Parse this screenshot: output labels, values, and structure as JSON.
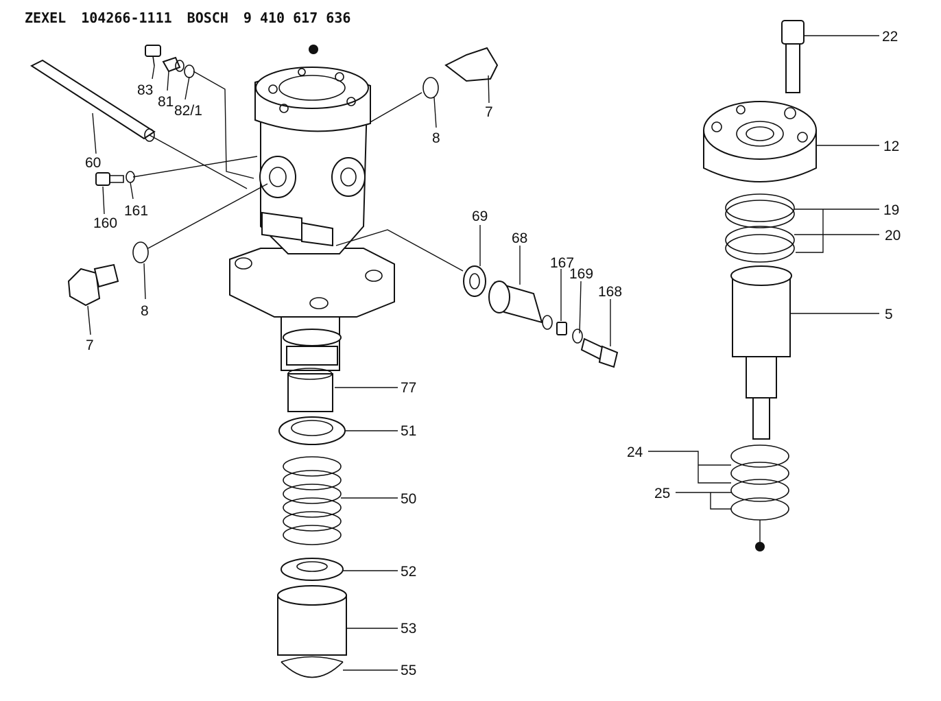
{
  "header": {
    "brand_1": "ZEXEL",
    "part_no_1": "104266-1111",
    "brand_2": "BOSCH",
    "part_no_2": "9 410 617 636"
  },
  "callouts": {
    "c83": "83",
    "c81": "81",
    "c82_1": "82/1",
    "c60": "60",
    "c161": "161",
    "c160": "160",
    "c8_top": "8",
    "c7_top": "7",
    "c8_left": "8",
    "c7_left": "7",
    "c69": "69",
    "c68": "68",
    "c167": "167",
    "c169": "169",
    "c168": "168",
    "c77": "77",
    "c51": "51",
    "c50": "50",
    "c52": "52",
    "c53": "53",
    "c55": "55",
    "c22": "22",
    "c12": "12",
    "c19": "19",
    "c20": "20",
    "c5": "5",
    "c24": "24",
    "c25": "25"
  }
}
